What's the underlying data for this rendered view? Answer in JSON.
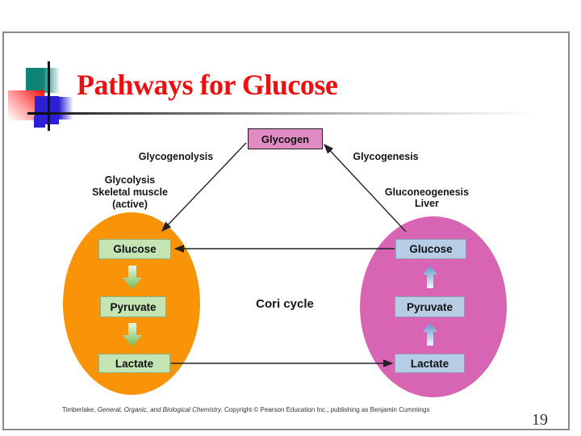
{
  "slide": {
    "title": "Pathways for Glucose",
    "page_number": "19",
    "citation": {
      "prefix": "Timberlake, ",
      "italic": "General, Organic, and Biological Chemistry.",
      "suffix": "  Copyright © Pearson Education Inc., publishing as Benjamin Cummings"
    }
  },
  "diagram": {
    "glycogen": "Glycogen",
    "glycogenolysis": "Glycogenolysis",
    "glycogenesis": "Glycogenesis",
    "muscle_heading": [
      "Glycolysis",
      "Skeletal muscle",
      "(active)"
    ],
    "liver_heading": [
      "Gluconeogenesis",
      "Liver"
    ],
    "cori": "Cori cycle",
    "muscle_steps": [
      "Glucose",
      "Pyruvate",
      "Lactate"
    ],
    "liver_steps": [
      "Glucose",
      "Pyruvate",
      "Lactate"
    ],
    "colors": {
      "title_red": "#EE0F0F",
      "muscle_ellipse_orange": "#F99408",
      "liver_ellipse_pink": "#D765B3",
      "glycogen_box_pink": "#E18BC5",
      "muscle_box_green": "#C5E4B4",
      "liver_box_blue": "#B7CDE5",
      "decoration_teal": "#0D8377",
      "decoration_blue": "#2C1FD4",
      "decoration_red": "#FB1010"
    }
  }
}
